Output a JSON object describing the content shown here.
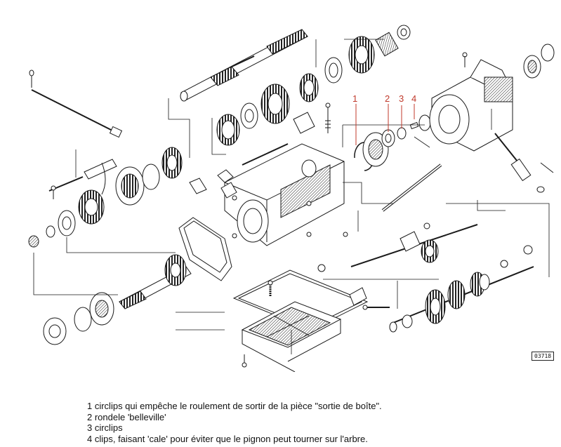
{
  "diagram": {
    "reference_code": "03718",
    "callouts": [
      {
        "number": "1"
      },
      {
        "number": "2"
      },
      {
        "number": "3"
      },
      {
        "number": "4"
      }
    ],
    "line_color": "#1a1a1a",
    "callout_color": "#c0392b"
  },
  "legend": [
    {
      "text": "1 circlips qui empêche le roulement de sortir de la pièce \"sortie de boîte\"."
    },
    {
      "text": "2 rondele 'belleville'"
    },
    {
      "text": "3 circlips"
    },
    {
      "text": "4 clips, faisant 'cale' pour éviter que le pignon peut tourner sur l'arbre."
    }
  ]
}
